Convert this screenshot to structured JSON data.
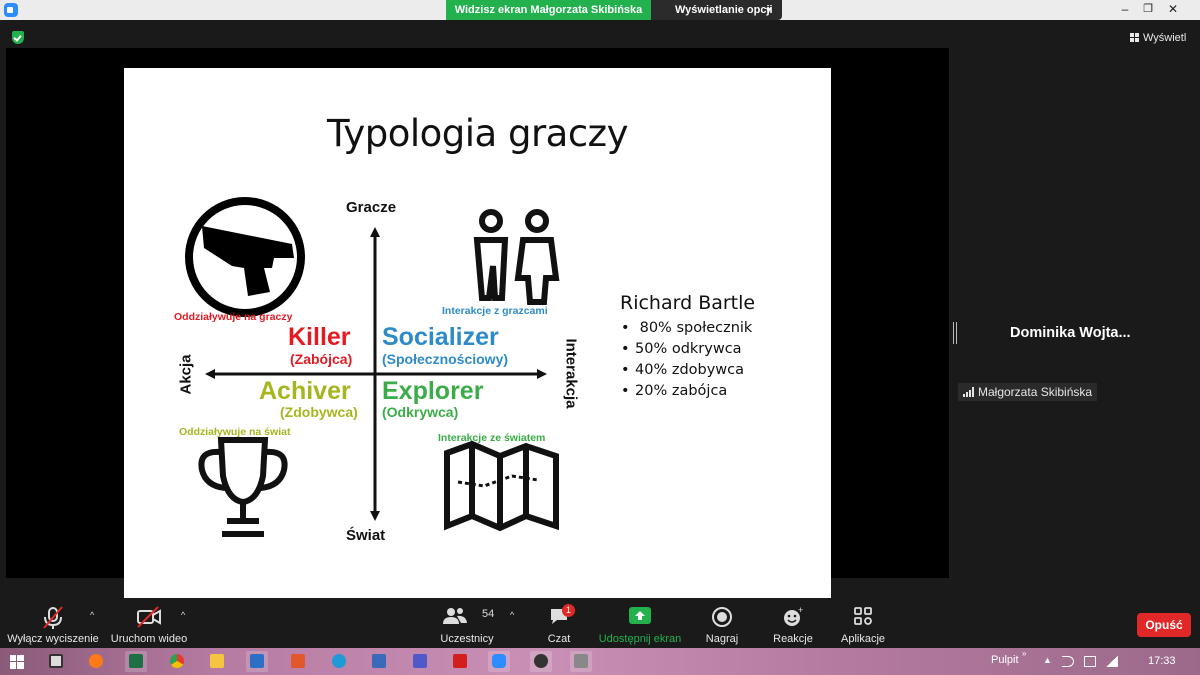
{
  "titlebar": {
    "share_banner": "Widzisz ekran Małgorzata Skibińska",
    "view_options": "Wyświetlanie opcji",
    "window_controls": {
      "minimize": "–",
      "maximize": "❐",
      "close": "✕"
    }
  },
  "meeting": {
    "view_button": "Wyświetl",
    "participant_tile": "Dominika  Wojta...",
    "sharer_label": "Małgorzata Skibińska"
  },
  "slide": {
    "title": "Typologia graczy",
    "axis": {
      "top": "Gracze",
      "bottom": "Świat",
      "left": "Akcja",
      "right": "Interakcja"
    },
    "captions": {
      "killer_caption": "Oddziaływuje na graczy",
      "socializer_caption": "Interakcje z grazcami",
      "achiever_caption": "Oddziaływuje na świat",
      "explorer_caption": "Interakcje ze światem"
    },
    "types": {
      "killer": {
        "name": "Killer",
        "sub": "(Zabójca)"
      },
      "socializer": {
        "name": "Socializer",
        "sub": "(Społecznościowy)"
      },
      "achiever": {
        "name": "Achiver",
        "sub": "(Zdobywca)"
      },
      "explorer": {
        "name": "Explorer",
        "sub": "(Odkrywca)"
      }
    },
    "bartle": {
      "name": "Richard Bartle",
      "items": [
        " 80% społecznik",
        "50% odkrywca",
        "40% zdobywca",
        "20% zabójca"
      ]
    },
    "colors": {
      "killer": "#e51b24",
      "socializer": "#2e8bc9",
      "achiever": "#a7b51f",
      "explorer": "#3aad49"
    }
  },
  "toolbar": {
    "mute": "Wyłącz wyciszenie",
    "video": "Uruchom wideo",
    "participants": "Uczestnicy",
    "participants_count": "54",
    "chat": "Czat",
    "chat_badge": "1",
    "share": "Udostępnij ekran",
    "record": "Nagraj",
    "reactions": "Reakcje",
    "apps": "Aplikacje",
    "leave": "Opuść"
  },
  "taskbar": {
    "apps": [
      "7zip",
      "firefox",
      "excel",
      "chrome",
      "file-explorer",
      "word",
      "office",
      "edge",
      "writer",
      "teams",
      "acrobat",
      "zoom",
      "obs",
      "media"
    ],
    "tray_desktop": "Pulpit",
    "clock": "17:33"
  }
}
